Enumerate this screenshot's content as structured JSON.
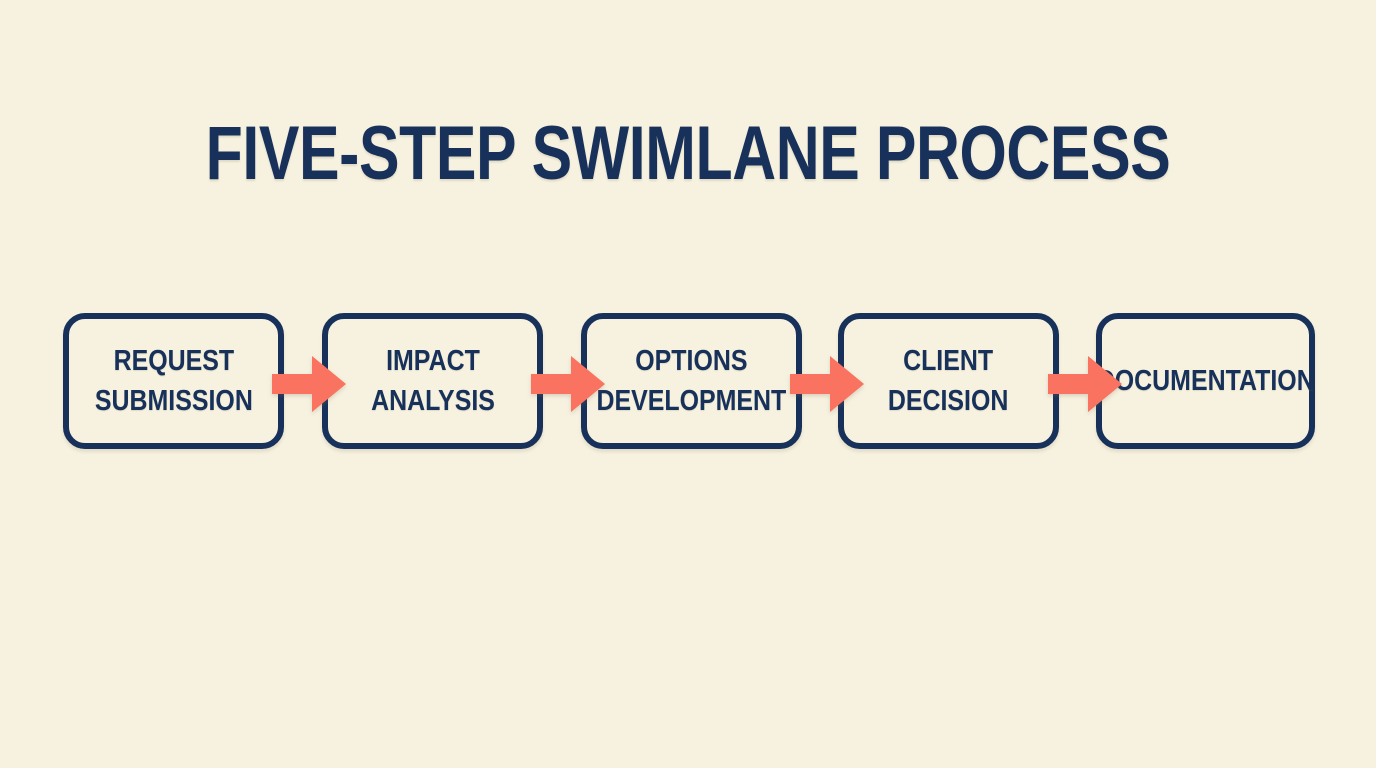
{
  "page": {
    "title": "FIVE-STEP SWIMLANE PROCESS",
    "background_color": "#f7f2e0",
    "accent_navy": "#17315a",
    "accent_coral": "#fa7260"
  },
  "flow": {
    "step_count": 5,
    "steps": [
      {
        "index": 1,
        "label": "REQUEST\nSUBMISSION",
        "line1": "REQUEST",
        "line2": "SUBMISSION"
      },
      {
        "index": 2,
        "label": "IMPACT\nANALYSIS",
        "line1": "IMPACT",
        "line2": "ANALYSIS"
      },
      {
        "index": 3,
        "label": "OPTIONS\nDEVELOPMENT",
        "line1": "OPTIONS",
        "line2": "DEVELOPMENT"
      },
      {
        "index": 4,
        "label": "CLIENT\nDECISION",
        "line1": "CLIENT",
        "line2": "DECISION"
      },
      {
        "index": 5,
        "label": "DOCUMENTATION",
        "line1": "DOCUMENTATION",
        "line2": ""
      }
    ],
    "connectors": [
      {
        "index": 1,
        "icon": "arrow-right-icon",
        "from": "REQUEST SUBMISSION",
        "to": "IMPACT ANALYSIS"
      },
      {
        "index": 2,
        "icon": "arrow-right-icon",
        "from": "IMPACT ANALYSIS",
        "to": "OPTIONS DEVELOPMENT"
      },
      {
        "index": 3,
        "icon": "arrow-right-icon",
        "from": "OPTIONS DEVELOPMENT",
        "to": "CLIENT DECISION"
      },
      {
        "index": 4,
        "icon": "arrow-right-icon",
        "from": "CLIENT DECISION",
        "to": "DOCUMENTATION"
      }
    ]
  }
}
